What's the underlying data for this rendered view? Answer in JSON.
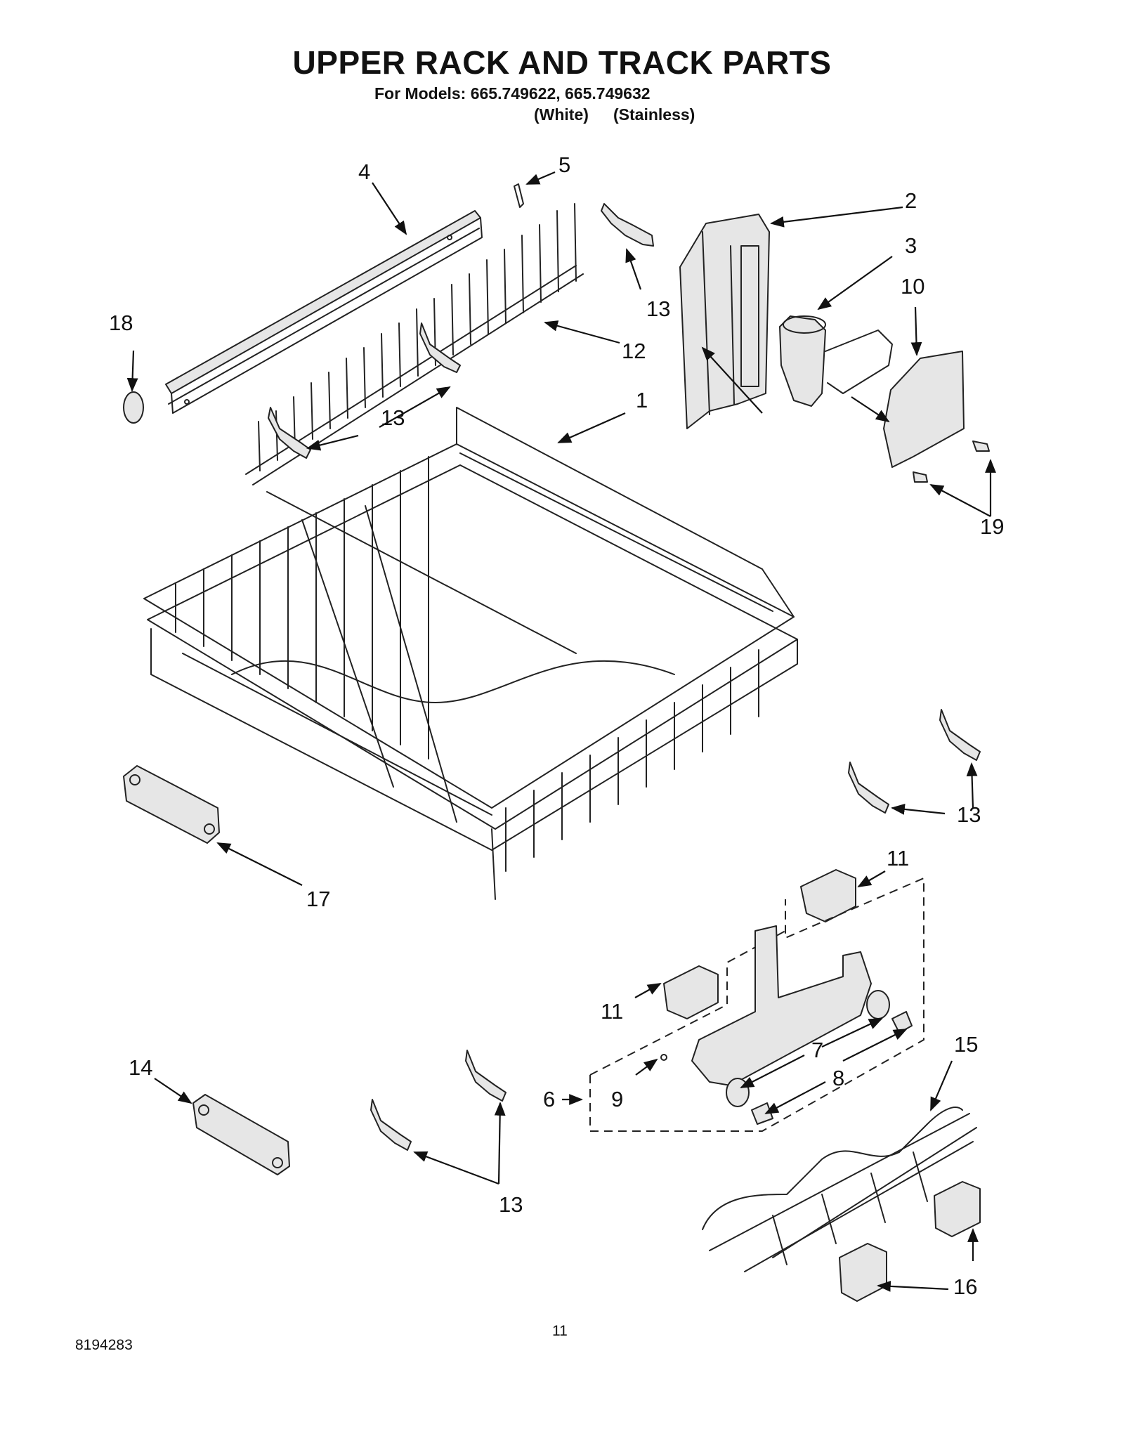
{
  "title": "UPPER RACK AND TRACK PARTS",
  "models_line": "For Models: 665.749622, 665.749632",
  "model_colors": [
    "(White)",
    "(Stainless)"
  ],
  "doc_number": "8194283",
  "page_number": "11",
  "callouts": {
    "c1": "1",
    "c2": "2",
    "c3": "3",
    "c4": "4",
    "c5": "5",
    "c6": "6",
    "c7": "7",
    "c8": "8",
    "c9": "9",
    "c10": "10",
    "c11a": "11",
    "c11b": "11",
    "c12": "12",
    "c13a": "13",
    "c13b": "13",
    "c13c": "13",
    "c13d": "13",
    "c14": "14",
    "c15": "15",
    "c16": "16",
    "c17": "17",
    "c18": "18",
    "c19": "19"
  }
}
